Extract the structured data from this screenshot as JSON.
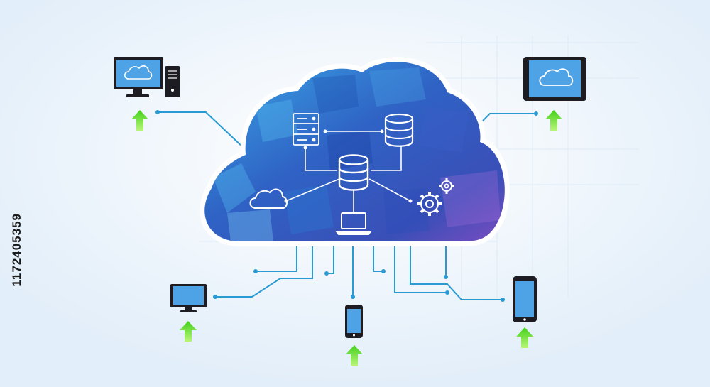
{
  "image_id_label": "1172405359",
  "colors": {
    "background": "#eaf3fb",
    "cloud_blue": "#2f7fd0",
    "cloud_violet": "#7a4cc0",
    "line": "#2a9bd2",
    "device_frame": "#1c1c22",
    "device_screen": "#4ea3e6",
    "arrow": "#6be22a"
  },
  "cloud_icons": [
    "server-rack-icon",
    "database-icon",
    "database-center-icon",
    "cloud-icon",
    "laptop-icon",
    "gears-icon"
  ],
  "devices": [
    "desktop-computer",
    "tablet",
    "monitor",
    "smartphone",
    "large-smartphone"
  ]
}
